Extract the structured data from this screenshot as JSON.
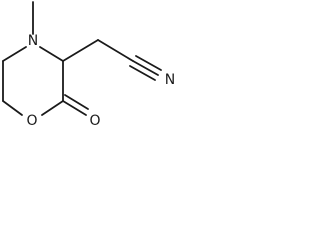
{
  "molecule": {
    "atoms": {
      "n": {
        "label": "N"
      },
      "o_ring": {
        "label": "O"
      },
      "o_carbonyl": {
        "label": "O"
      },
      "n_nitrile": {
        "label": "N"
      }
    }
  },
  "colors": {
    "bond": "#1a1a1a",
    "background": "#ffffff"
  }
}
